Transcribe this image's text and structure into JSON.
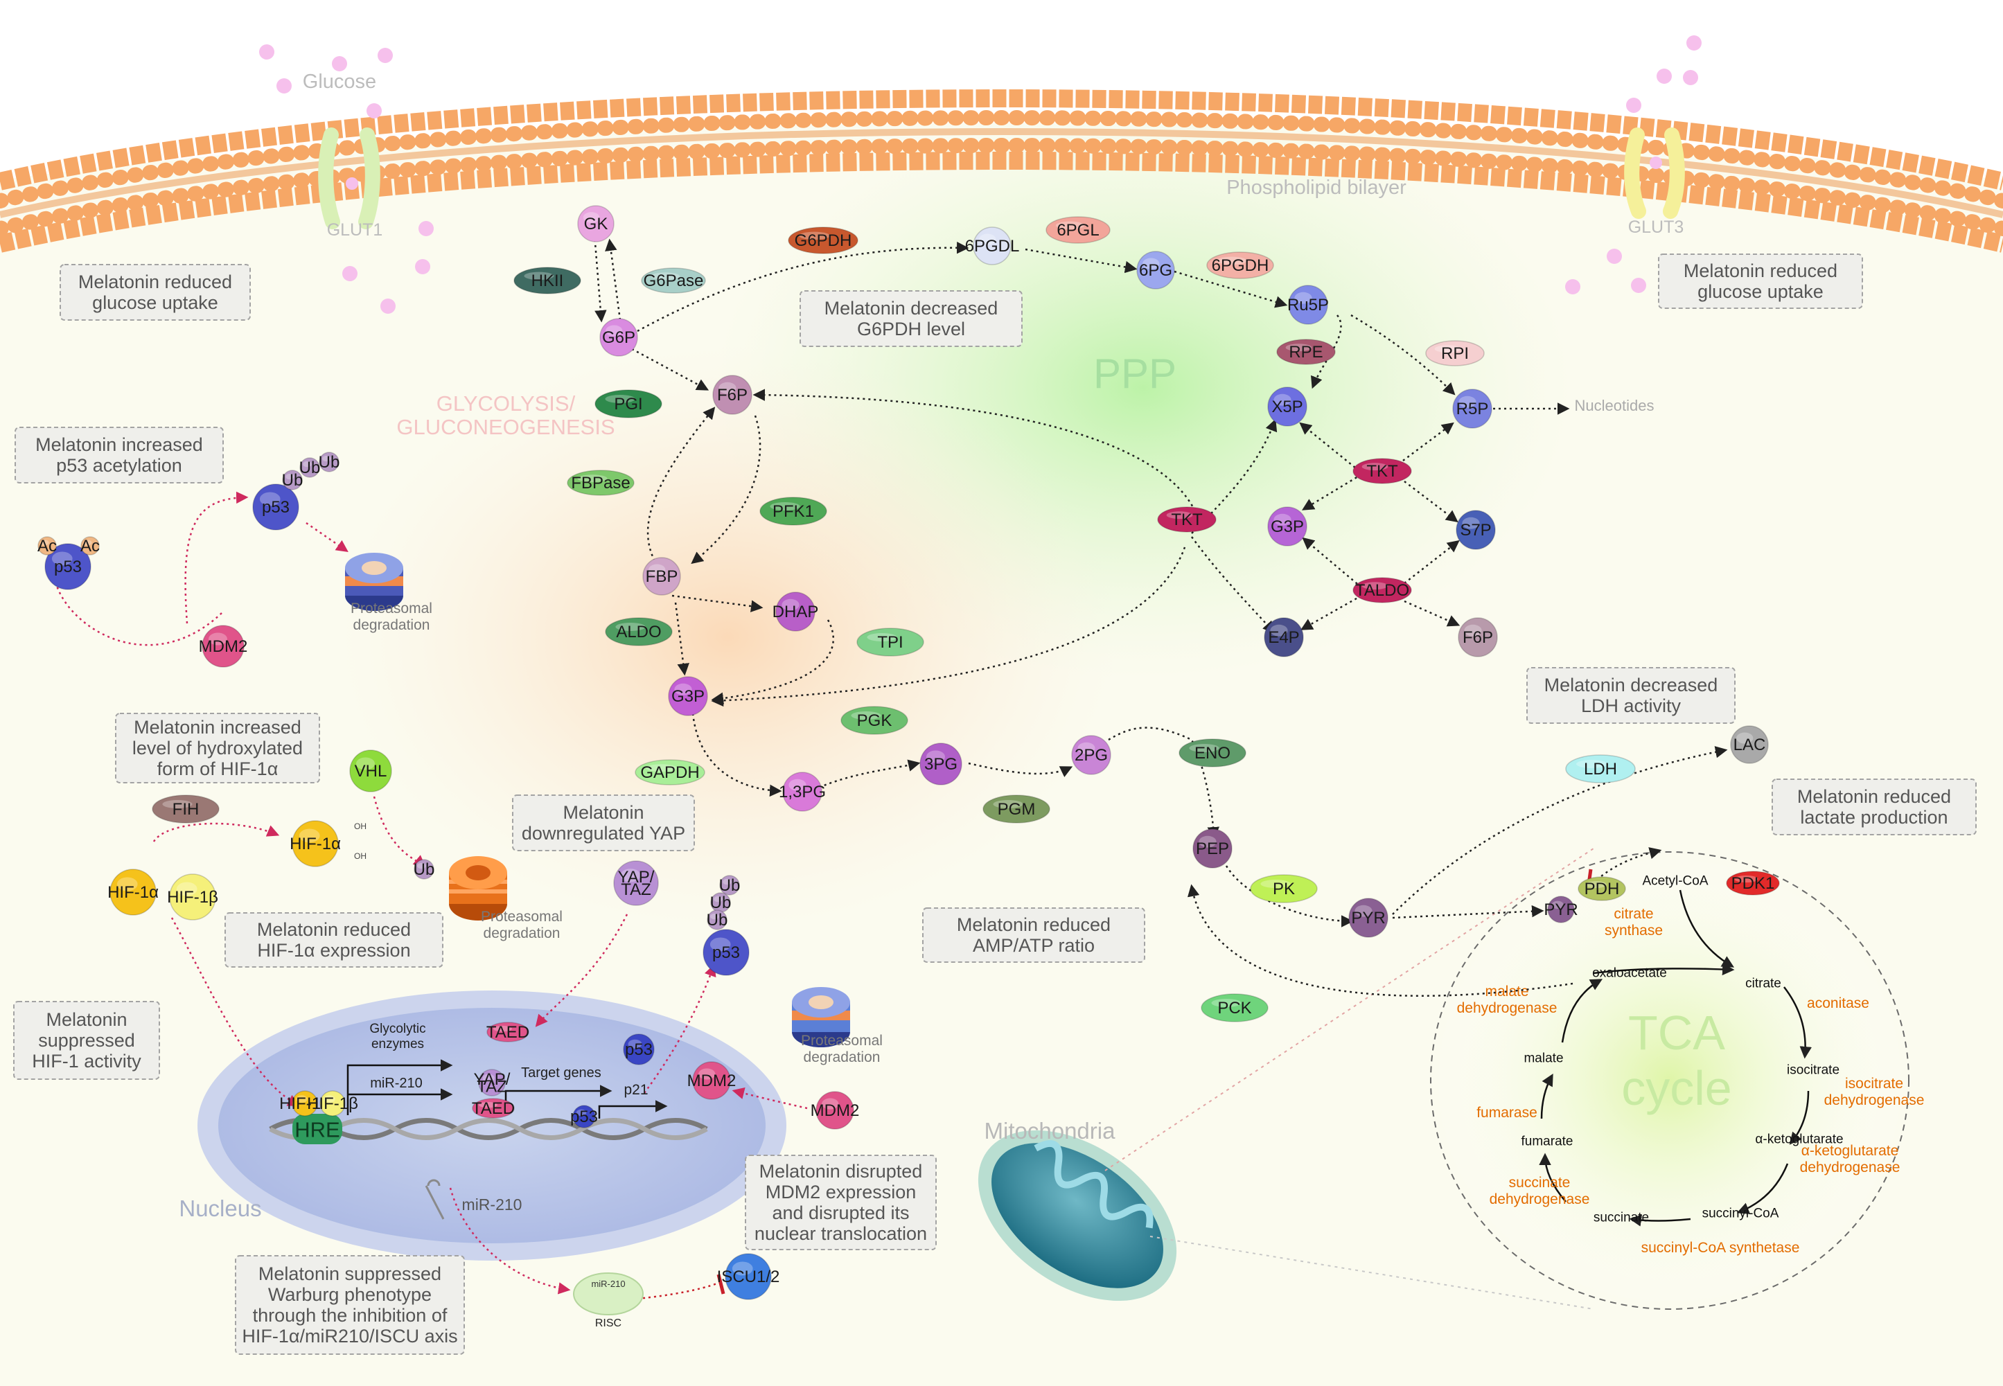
{
  "labels": {
    "glucose": "Glucose",
    "glut1": "GLUT1",
    "glut3": "GLUT3",
    "phospholipid": "Phospholipid bilayer",
    "ppp": "PPP",
    "glycolysis": "GLYCOLYSIS/\nGLUCONEOGENESIS",
    "nucleotides": "Nucleotides",
    "nucleus": "Nucleus",
    "mitochondria": "Mitochondria",
    "tca": "TCA\ncycle",
    "proteasomal": "Proteasomal\ndegradation",
    "hre": "HRE",
    "glycolytic_enzymes": "Glycolytic\nenzymes",
    "mir210_gene": "miR-210",
    "target_genes": "Target genes",
    "p21": "p21",
    "mir210": "miR-210",
    "risc": "RISC",
    "oh": "OH"
  },
  "notes": [
    {
      "id": "glucose-uptake-left",
      "text": "Melatonin reduced\nglucose uptake"
    },
    {
      "id": "g6pdh",
      "text": "Melatonin decreased\nG6PDH level"
    },
    {
      "id": "glucose-uptake-right",
      "text": "Melatonin reduced\nglucose uptake"
    },
    {
      "id": "p53-acetylation",
      "text": "Melatonin increased\np53 acetylation"
    },
    {
      "id": "hif-hydroxylated",
      "text": "Melatonin increased\nlevel of hydroxylated\nform of HIF-1α"
    },
    {
      "id": "yap",
      "text": "Melatonin\ndownregulated YAP"
    },
    {
      "id": "hif-expression",
      "text": "Melatonin reduced\nHIF-1α expression"
    },
    {
      "id": "hif1-activity",
      "text": "Melatonin\nsuppressed\nHIF-1 activity"
    },
    {
      "id": "amp-atp",
      "text": "Melatonin reduced\nAMP/ATP ratio"
    },
    {
      "id": "ldh",
      "text": "Melatonin decreased\nLDH activity"
    },
    {
      "id": "lactate",
      "text": "Melatonin reduced\nlactate production"
    },
    {
      "id": "mdm2",
      "text": "Melatonin disrupted\nMDM2 expression\nand disrupted its\nnuclear translocation"
    },
    {
      "id": "warburg",
      "text": "Melatonin suppressed\nWarburg phenotype\nthrough the inhibition of\nHIF-1α/miR210/ISCU axis"
    }
  ],
  "nodes": [
    {
      "id": "gk",
      "text": "GK",
      "fill": "#e9a6e0"
    },
    {
      "id": "hkii",
      "text": "HKII",
      "fill": "#3f6b62"
    },
    {
      "id": "g6pase",
      "text": "G6Pase",
      "fill": "#a8cfc8"
    },
    {
      "id": "g6p",
      "text": "G6P",
      "fill": "#d98be0"
    },
    {
      "id": "g6pdh",
      "text": "G6PDH",
      "fill": "#c8582e"
    },
    {
      "id": "6pgdl",
      "text": "6PGDL",
      "fill": "#dde3f5"
    },
    {
      "id": "6pgl",
      "text": "6PGL",
      "fill": "#f2a59a"
    },
    {
      "id": "6pg",
      "text": "6PG",
      "fill": "#9ba7ee"
    },
    {
      "id": "6pgdh",
      "text": "6PGDH",
      "fill": "#f3b0a6"
    },
    {
      "id": "ru5p",
      "text": "Ru5P",
      "fill": "#7f8ae6"
    },
    {
      "id": "rpe",
      "text": "RPE",
      "fill": "#a8576f"
    },
    {
      "id": "rpi",
      "text": "RPI",
      "fill": "#f5cfd0"
    },
    {
      "id": "x5p",
      "text": "X5P",
      "fill": "#6d6fe0"
    },
    {
      "id": "r5p",
      "text": "R5P",
      "fill": "#7b83e0"
    },
    {
      "id": "tkt1",
      "text": "TKT",
      "fill": "#c22660"
    },
    {
      "id": "tkt2",
      "text": "TKT",
      "fill": "#c22660"
    },
    {
      "id": "g3p-ppp",
      "text": "G3P",
      "fill": "#b665d6"
    },
    {
      "id": "s7p",
      "text": "S7P",
      "fill": "#4860b6"
    },
    {
      "id": "taldo",
      "text": "TALDO",
      "fill": "#c22660"
    },
    {
      "id": "e4p",
      "text": "E4P",
      "fill": "#4a4f8a"
    },
    {
      "id": "f6p-ppp",
      "text": "F6P",
      "fill": "#b89aab"
    },
    {
      "id": "f6p",
      "text": "F6P",
      "fill": "#c08fb2"
    },
    {
      "id": "pgi",
      "text": "PGI",
      "fill": "#2e8a4c"
    },
    {
      "id": "fbpase",
      "text": "FBPase",
      "fill": "#7ec86b"
    },
    {
      "id": "pfk1",
      "text": "PFK1",
      "fill": "#4fa856"
    },
    {
      "id": "fbp",
      "text": "FBP",
      "fill": "#cfa5c8"
    },
    {
      "id": "dhap",
      "text": "DHAP",
      "fill": "#b85fc8"
    },
    {
      "id": "aldo",
      "text": "ALDO",
      "fill": "#4f9d62"
    },
    {
      "id": "tpi",
      "text": "TPI",
      "fill": "#7fd08a"
    },
    {
      "id": "g3p",
      "text": "G3P",
      "fill": "#c25fd4"
    },
    {
      "id": "pgk",
      "text": "PGK",
      "fill": "#6dbf6f"
    },
    {
      "id": "gapdh",
      "text": "GAPDH",
      "fill": "#a9ee98"
    },
    {
      "id": "13pg",
      "text": "1,3PG",
      "fill": "#d97ad9"
    },
    {
      "id": "3pg",
      "text": "3PG",
      "fill": "#b05fc8"
    },
    {
      "id": "2pg",
      "text": "2PG",
      "fill": "#c985d6"
    },
    {
      "id": "pgm",
      "text": "PGM",
      "fill": "#7d9b60"
    },
    {
      "id": "eno",
      "text": "ENO",
      "fill": "#5f9b6a"
    },
    {
      "id": "pep",
      "text": "PEP",
      "fill": "#8a5a8a"
    },
    {
      "id": "pk",
      "text": "PK",
      "fill": "#bff056"
    },
    {
      "id": "pyr",
      "text": "PYR",
      "fill": "#8a6093"
    },
    {
      "id": "pck",
      "text": "PCK",
      "fill": "#6fd47c"
    },
    {
      "id": "ldh",
      "text": "LDH",
      "fill": "#b0f0f0"
    },
    {
      "id": "lac",
      "text": "LAC",
      "fill": "#a9a9a9"
    },
    {
      "id": "p53-ac",
      "text": "p53",
      "fill": "#4e55c9"
    },
    {
      "id": "ac1",
      "text": "Ac",
      "fill": "#f0b783"
    },
    {
      "id": "ac2",
      "text": "Ac",
      "fill": "#f0b783"
    },
    {
      "id": "p53-ub",
      "text": "p53",
      "fill": "#4e55c9"
    },
    {
      "id": "ub1",
      "text": "Ub",
      "fill": "#b79ac6"
    },
    {
      "id": "ub2",
      "text": "Ub",
      "fill": "#b79ac6"
    },
    {
      "id": "ub3",
      "text": "Ub",
      "fill": "#b79ac6"
    },
    {
      "id": "mdm2-left",
      "text": "MDM2",
      "fill": "#e0548a"
    },
    {
      "id": "vhl",
      "text": "VHL",
      "fill": "#8edb3c"
    },
    {
      "id": "fih",
      "text": "FIH",
      "fill": "#9a7874"
    },
    {
      "id": "hif1a-oh",
      "text": "HIF-1α",
      "fill": "#f5c21b"
    },
    {
      "id": "ub-hif",
      "text": "Ub",
      "fill": "#b79ac6"
    },
    {
      "id": "hif1a",
      "text": "HIF-1α",
      "fill": "#f5c21b"
    },
    {
      "id": "hif1b",
      "text": "HIF-1β",
      "fill": "#f5f07a"
    },
    {
      "id": "yap-taz",
      "text": "YAP/\nTAZ",
      "fill": "#b890d4"
    },
    {
      "id": "p53-nuc",
      "text": "p53",
      "fill": "#4e55c9"
    },
    {
      "id": "ub4",
      "text": "Ub",
      "fill": "#b79ac6"
    },
    {
      "id": "ub5",
      "text": "Ub",
      "fill": "#b79ac6"
    },
    {
      "id": "ub6",
      "text": "Ub",
      "fill": "#b79ac6"
    },
    {
      "id": "mdm2-right",
      "text": "MDM2",
      "fill": "#e0548a"
    },
    {
      "id": "mdm2-nuc",
      "text": "MDM2",
      "fill": "#e0548a"
    },
    {
      "id": "taed-top",
      "text": "TAED",
      "fill": "#e0548a"
    },
    {
      "id": "p53-dna",
      "text": "p53",
      "fill": "#3a46c4"
    },
    {
      "id": "yaptaz-dna",
      "text": "YAP/\nTAZ",
      "fill": "#b890d4"
    },
    {
      "id": "taed-dna",
      "text": "TAED",
      "fill": "#e0548a"
    },
    {
      "id": "p53-dna2",
      "text": "p53",
      "fill": "#3a46c4"
    },
    {
      "id": "hif1a-dna",
      "text": "HIF-1α",
      "fill": "#f5c21b"
    },
    {
      "id": "hif1b-dna",
      "text": "HIF-1β",
      "fill": "#f5f07a"
    },
    {
      "id": "iscu",
      "text": "ISCU1/2",
      "fill": "#3f7fe0"
    },
    {
      "id": "pdh",
      "text": "PDH",
      "fill": "#b3c460"
    },
    {
      "id": "pdk1",
      "text": "PDK1",
      "fill": "#e22a2a"
    },
    {
      "id": "pyr-mito",
      "text": "PYR",
      "fill": "#8a6093"
    }
  ],
  "tca": {
    "metabolites": [
      "Acetyl-CoA",
      "citrate",
      "isocitrate",
      "α-ketoglutarate",
      "succinyl-CoA",
      "succinate",
      "fumarate",
      "malate",
      "oxaloacetate"
    ],
    "enzymes": [
      "citrate\nsynthase",
      "aconitase",
      "isocitrate\ndehydrogenase",
      "α-ketoglutarate\ndehydrogenase",
      "succinyl-CoA synthetase",
      "succinate\ndehydrogenase",
      "fumarase",
      "malate\ndehydrogenase"
    ]
  },
  "colors": {
    "membrane": "#f6a766",
    "membrane_head": "#f49b58",
    "tca_enzyme": "#e36c00",
    "inhibition": "#c8202a",
    "dotted_link": "#cf2a5e"
  }
}
